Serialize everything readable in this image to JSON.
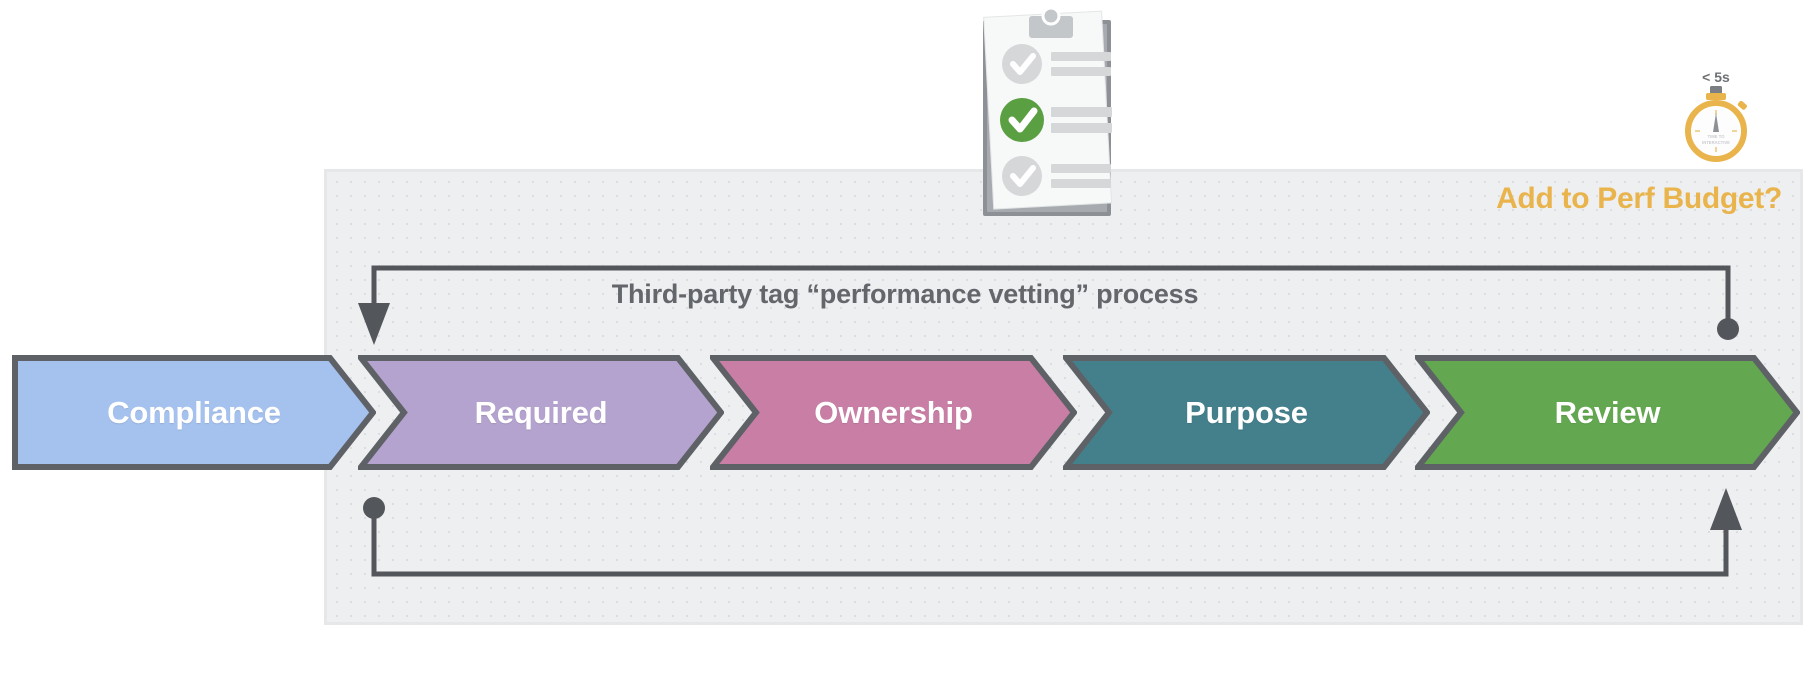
{
  "diagram": {
    "title": "Third-party tag “performance vetting” process",
    "heading": "Add to Perf Budget?",
    "panel_bg": "#eeeff1",
    "heading_color": "#e9b44c",
    "title_color": "#63666b",
    "line_color": "#53565a"
  },
  "steps": [
    {
      "label": "Compliance",
      "color": "#a5c2ef",
      "stroke": "#5e6166",
      "shape": "flat-left-arrow"
    },
    {
      "label": "Required",
      "color": "#b5a3cf",
      "stroke": "#5e6166",
      "shape": "chevron"
    },
    {
      "label": "Ownership",
      "color": "#c97fa5",
      "stroke": "#5e6166",
      "shape": "chevron"
    },
    {
      "label": "Purpose",
      "color": "#44808c",
      "stroke": "#5e6166",
      "shape": "chevron"
    },
    {
      "label": "Review",
      "color": "#63a850",
      "stroke": "#5e6166",
      "shape": "chevron"
    }
  ],
  "flow": {
    "top_connector": {
      "from": "review-end-dot",
      "to": "compliance-arrow",
      "start_marker": "dot",
      "end_marker": "arrow-down"
    },
    "bottom_connector": {
      "from": "compliance-start-dot",
      "to": "review-arrow",
      "start_marker": "dot",
      "end_marker": "arrow-up"
    }
  },
  "icons": {
    "clipboard": {
      "name": "clipboard-checklist-icon",
      "items": [
        {
          "state": "unchecked",
          "check_color": "#ffffff",
          "badge_color": "#d5d7d9"
        },
        {
          "state": "checked",
          "check_color": "#ffffff",
          "badge_color": "#5aa042"
        },
        {
          "state": "unchecked",
          "check_color": "#ffffff",
          "badge_color": "#d5d7d9"
        }
      ]
    },
    "stopwatch": {
      "name": "stopwatch-icon",
      "label": "< 5s",
      "inner_line_1": "TIME TO",
      "inner_line_2": "INTERACTIVE",
      "color": "#e9b44c"
    }
  }
}
